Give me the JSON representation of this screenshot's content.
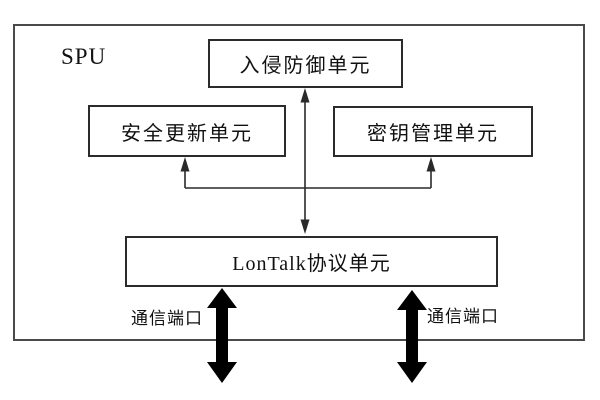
{
  "spu_label": "SPU",
  "units": {
    "intrusion_prevention": "入侵防御单元",
    "security_update": "安全更新单元",
    "key_management": "密钥管理单元",
    "lontalk_protocol": "LonTalk协议单元"
  },
  "ports": {
    "left_label": "通信端口",
    "right_label": "通信端口"
  },
  "colors": {
    "line_color": "#2a2a2a",
    "box_border_color": "#2b2b2b",
    "outer_border_color": "#4a4a4a",
    "arrow_color": "#000000",
    "background_color": "#ffffff"
  }
}
